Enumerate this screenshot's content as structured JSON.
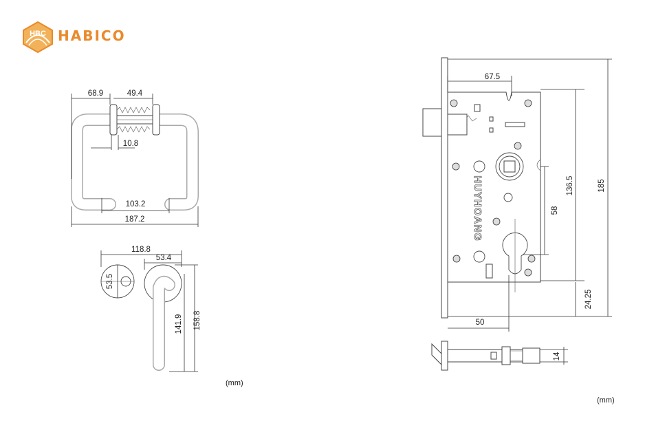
{
  "brand": {
    "name": "HABICO",
    "logo_letters": "HBC",
    "color": "#e98a2b"
  },
  "lock_body": {
    "engraving": "HUYHOANG"
  },
  "handle_ring": {
    "dims": {
      "d_68_9": "68.9",
      "d_49_4": "49.4",
      "d_10_8": "10.8",
      "d_103_2": "103.2",
      "d_187_2": "187.2"
    }
  },
  "lever_handle": {
    "dims": {
      "d_118_8": "118.8",
      "d_53_4": "53.4",
      "d_53_5": "53.5",
      "d_141_9": "141.9",
      "d_158_8": "158.8"
    }
  },
  "mortise_lock": {
    "dims": {
      "d_67_5": "67.5",
      "d_136_5": "136.5",
      "d_185": "185",
      "d_58": "58",
      "d_24_25": "24.25",
      "d_50": "50",
      "d_14": "14"
    }
  },
  "units": {
    "left": "(mm)",
    "right": "(mm)"
  }
}
